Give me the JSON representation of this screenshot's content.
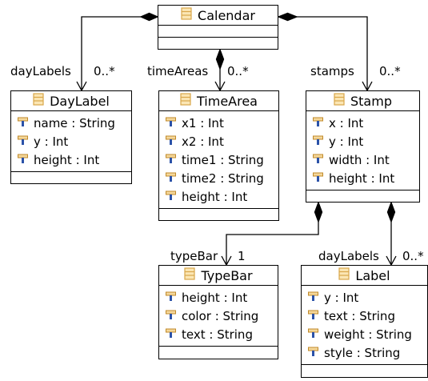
{
  "classes": {
    "calendar": {
      "name": "Calendar"
    },
    "daylabel": {
      "name": "DayLabel",
      "attributes": [
        "name : String",
        "y : Int",
        "height : Int"
      ]
    },
    "timearea": {
      "name": "TimeArea",
      "attributes": [
        "x1 : Int",
        "x2 : Int",
        "time1 : String",
        "time2 : String",
        "height : Int"
      ]
    },
    "stamp": {
      "name": "Stamp",
      "attributes": [
        "x : Int",
        "y : Int",
        "width : Int",
        "height : Int"
      ]
    },
    "typebar": {
      "name": "TypeBar",
      "attributes": [
        "height : Int",
        "color : String",
        "text : String"
      ]
    },
    "label": {
      "name": "Label",
      "attributes": [
        "y : Int",
        "text : String",
        "weight : String",
        "style : String"
      ]
    }
  },
  "associations": {
    "daylabels": {
      "role": "dayLabels",
      "multiplicity": "0..*"
    },
    "timeareas": {
      "role": "timeAreas",
      "multiplicity": "0..*"
    },
    "stamps": {
      "role": "stamps",
      "multiplicity": "0..*"
    },
    "typebar": {
      "role": "typeBar",
      "multiplicity": "1"
    },
    "stamp_daylabels": {
      "role": "dayLabels",
      "multiplicity": "0..*"
    }
  },
  "icons": {
    "class": "class-icon",
    "attribute": "attribute-icon"
  },
  "colors": {
    "class_icon": "#d9a64a",
    "attribute_icon": "#c08a2a",
    "attribute_icon_blue": "#2b52a8"
  }
}
